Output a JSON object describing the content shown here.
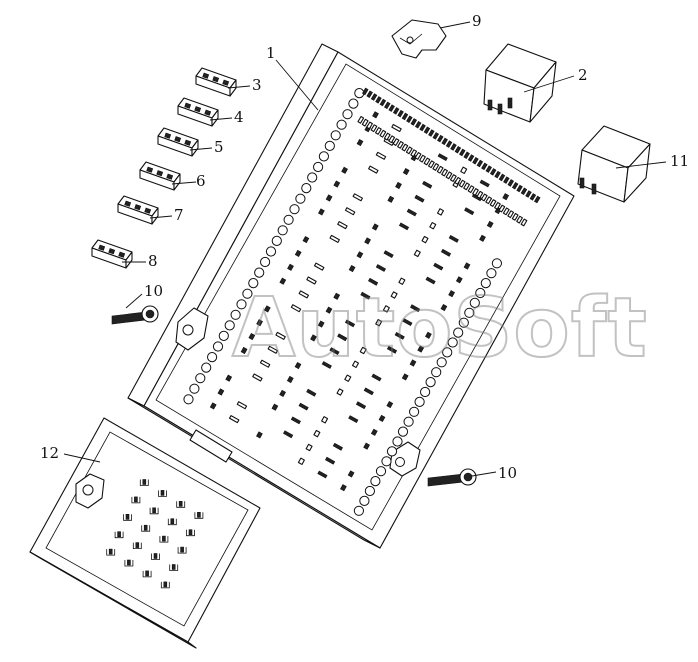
{
  "watermark": "AutoSoft",
  "callouts": [
    {
      "id": "1",
      "text": "1"
    },
    {
      "id": "2",
      "text": "2"
    },
    {
      "id": "3",
      "text": "3"
    },
    {
      "id": "4",
      "text": "4"
    },
    {
      "id": "5",
      "text": "5"
    },
    {
      "id": "6",
      "text": "6"
    },
    {
      "id": "7",
      "text": "7"
    },
    {
      "id": "8",
      "text": "8"
    },
    {
      "id": "9",
      "text": "9"
    },
    {
      "id": "10a",
      "text": "10"
    },
    {
      "id": "10b",
      "text": "10"
    },
    {
      "id": "11",
      "text": "11"
    },
    {
      "id": "12",
      "text": "12"
    }
  ]
}
